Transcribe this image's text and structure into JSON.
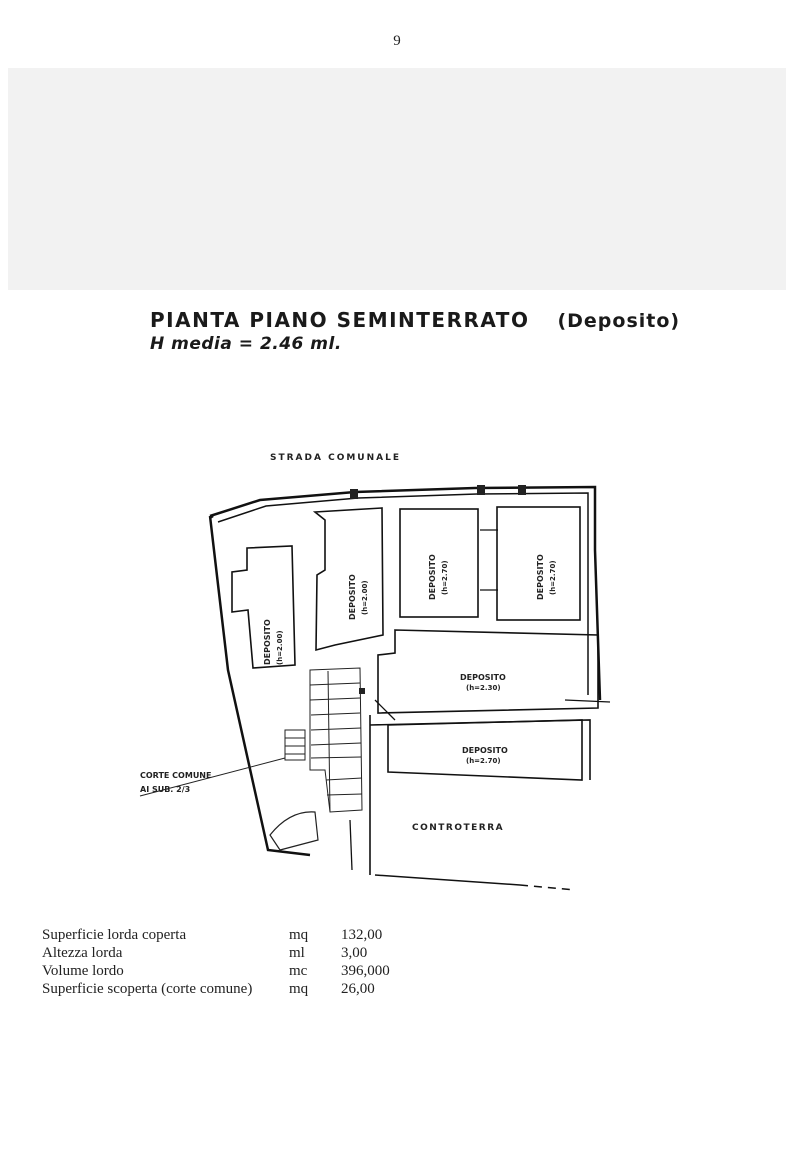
{
  "page": {
    "number": "9"
  },
  "header": {
    "title": "PIANTA PIANO SEMINTERRATO",
    "title_note": "(Deposito)",
    "subtitle": "H media = 2.46 ml."
  },
  "plan": {
    "street_label": "STRADA  COMUNALE",
    "rooms": [
      {
        "name": "DEPOSITO",
        "height": "(h=2.00)"
      },
      {
        "name": "DEPOSITO",
        "height": "(h=2.00)"
      },
      {
        "name": "DEPOSITO",
        "height": "(h=2.70)"
      },
      {
        "name": "DEPOSITO",
        "height": "(h=2.70)"
      },
      {
        "name": "DEPOSITO",
        "height": "(h=2.30)"
      },
      {
        "name": "DEPOSITO",
        "height": "(h=2.70)"
      }
    ],
    "corte_label_1": "CORTE COMUNE",
    "corte_label_2": "AI SUB. 2/3",
    "controterra_label": "CONTROTERRA"
  },
  "table": {
    "rows": [
      {
        "label": "Superficie lorda coperta",
        "unit": "mq",
        "value": "132,00"
      },
      {
        "label": "Altezza lorda",
        "unit": "ml",
        "value": "3,00"
      },
      {
        "label": "Volume lordo",
        "unit": "mc",
        "value": "396,000"
      },
      {
        "label": "Superficie scoperta (corte comune)",
        "unit": "mq",
        "value": "26,00"
      }
    ]
  }
}
